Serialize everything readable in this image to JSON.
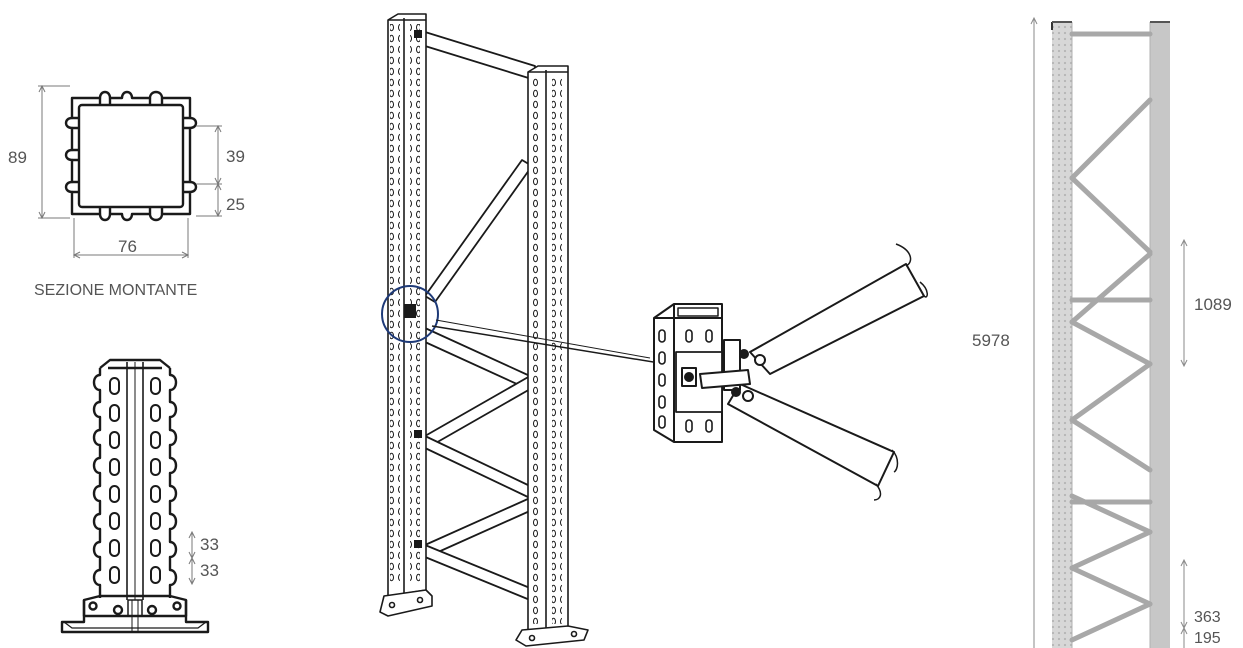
{
  "section": {
    "caption": "SEZIONE MONTANTE",
    "dim_height": "89",
    "dim_width": "76",
    "dim_slot_spacing": "39",
    "dim_slot_offset": "25"
  },
  "upright": {
    "dim_pitch_a": "33",
    "dim_pitch_b": "33"
  },
  "frame_elevation": {
    "dim_total_height": "5978",
    "dim_brace_module": "1089",
    "dim_bottom_a": "363",
    "dim_bottom_b": "195"
  },
  "colors": {
    "line": "#1a1a1a",
    "dimension": "#7a7a7a",
    "detail_circle": "#1e3a78",
    "elevation_post": "#bdbdbd",
    "elevation_brace": "#a8a8a8"
  }
}
